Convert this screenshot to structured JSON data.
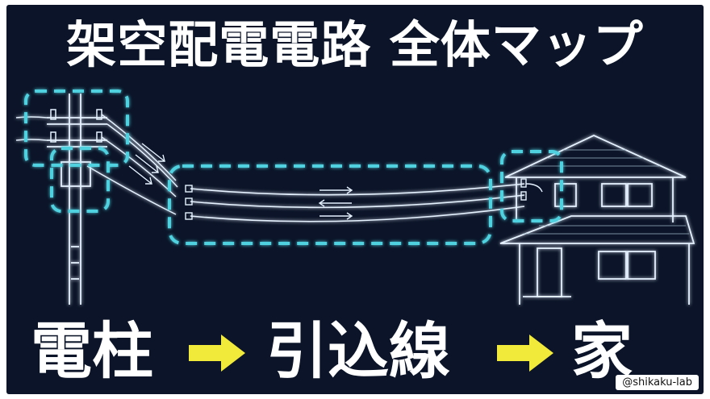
{
  "title": "架空配電電路 全体マップ",
  "labels": {
    "pole": "電柱",
    "service_drop": "引込線",
    "house": "家"
  },
  "watermark": "@shikaku-lab",
  "icons": [
    "arrow-right-icon",
    "arrow-right-icon"
  ],
  "colors": {
    "background": "#0b1428",
    "line": "#e6f2ff",
    "glow": "#7fd6ff",
    "highlight_box": "#4fd1e0",
    "arrow": "#f2ea3a"
  }
}
